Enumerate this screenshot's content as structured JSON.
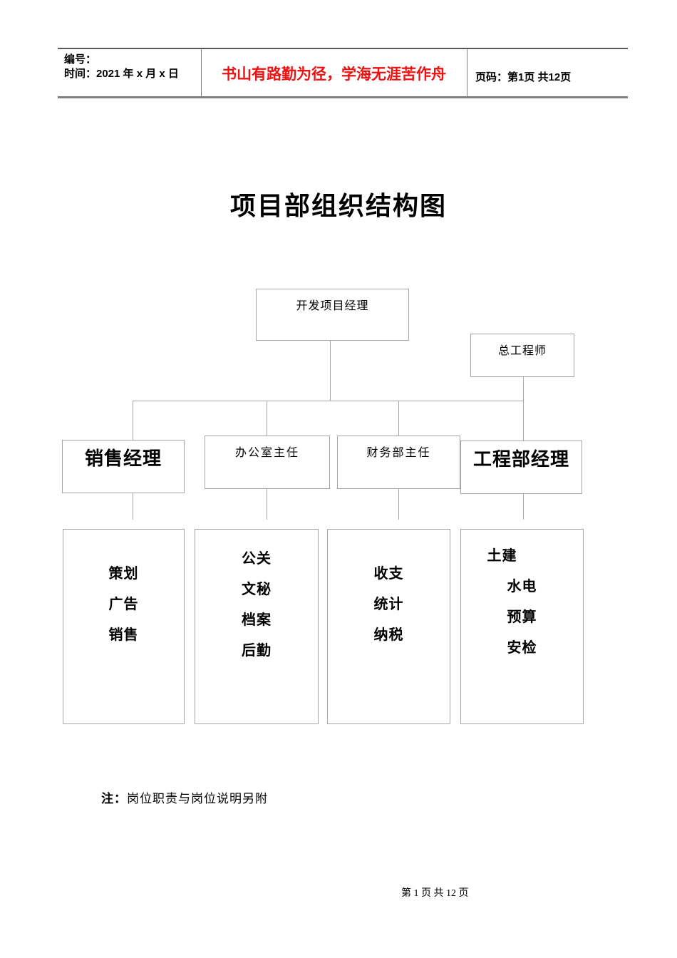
{
  "header": {
    "code_label": "编号：",
    "time_label": "时间：2021 年 x 月 x 日",
    "motto": "书山有路勤为径，学海无涯苦作舟",
    "motto_color": "#ee1111",
    "page_info": "页码：第1页 共12页"
  },
  "title": "项目部组织结构图",
  "org_chart": {
    "top_box": {
      "label": "开发项目经理"
    },
    "chief_box": {
      "label": "总工程师"
    },
    "managers": [
      {
        "id": "sales",
        "label": "销售经理"
      },
      {
        "id": "office",
        "label": "办公室主任"
      },
      {
        "id": "finance",
        "label": "财务部主任"
      },
      {
        "id": "engineering",
        "label": "工程部经理"
      }
    ],
    "details": [
      {
        "id": "sales",
        "items": [
          "策划",
          "广告",
          "销售"
        ]
      },
      {
        "id": "office",
        "items": [
          "公关",
          "文秘",
          "档案",
          "后勤"
        ]
      },
      {
        "id": "finance",
        "items": [
          "收支",
          "统计",
          "纳税"
        ]
      },
      {
        "id": "engineering",
        "items": [
          "土建",
          "水电",
          "预算",
          "安检"
        ]
      }
    ]
  },
  "note": {
    "prefix": "注：",
    "text": "岗位职责与岗位说明另附"
  },
  "footer": {
    "page_text": "第 1 页 共 12 页"
  },
  "colors": {
    "border_gray": "#a6a6a6",
    "rule_gray": "#808080",
    "accent_red": "#ee1111"
  }
}
